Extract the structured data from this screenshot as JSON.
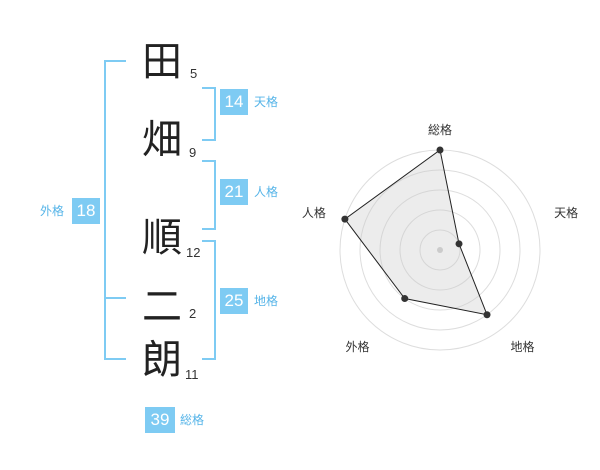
{
  "name": {
    "chars": [
      {
        "char": "田",
        "strokes": "5"
      },
      {
        "char": "畑",
        "strokes": "9"
      },
      {
        "char": "順",
        "strokes": "12"
      },
      {
        "char": "二",
        "strokes": "2"
      },
      {
        "char": "朗",
        "strokes": "11"
      }
    ]
  },
  "fortunes": {
    "tenkaku": {
      "value": "14",
      "label": "天格"
    },
    "jinkaku": {
      "value": "21",
      "label": "人格"
    },
    "chikaku": {
      "value": "25",
      "label": "地格"
    },
    "gaikaku": {
      "value": "18",
      "label": "外格"
    },
    "soukaku": {
      "value": "39",
      "label": "総格"
    }
  },
  "colors": {
    "accent": "#7ecbf3",
    "accent_text": "#55b4e8"
  },
  "chart_data": {
    "type": "radar",
    "axes": [
      "総格",
      "天格",
      "地格",
      "外格",
      "人格"
    ],
    "values": [
      5,
      1,
      4,
      3,
      5
    ],
    "range": [
      0,
      5
    ],
    "grid": true,
    "legend": "none"
  }
}
